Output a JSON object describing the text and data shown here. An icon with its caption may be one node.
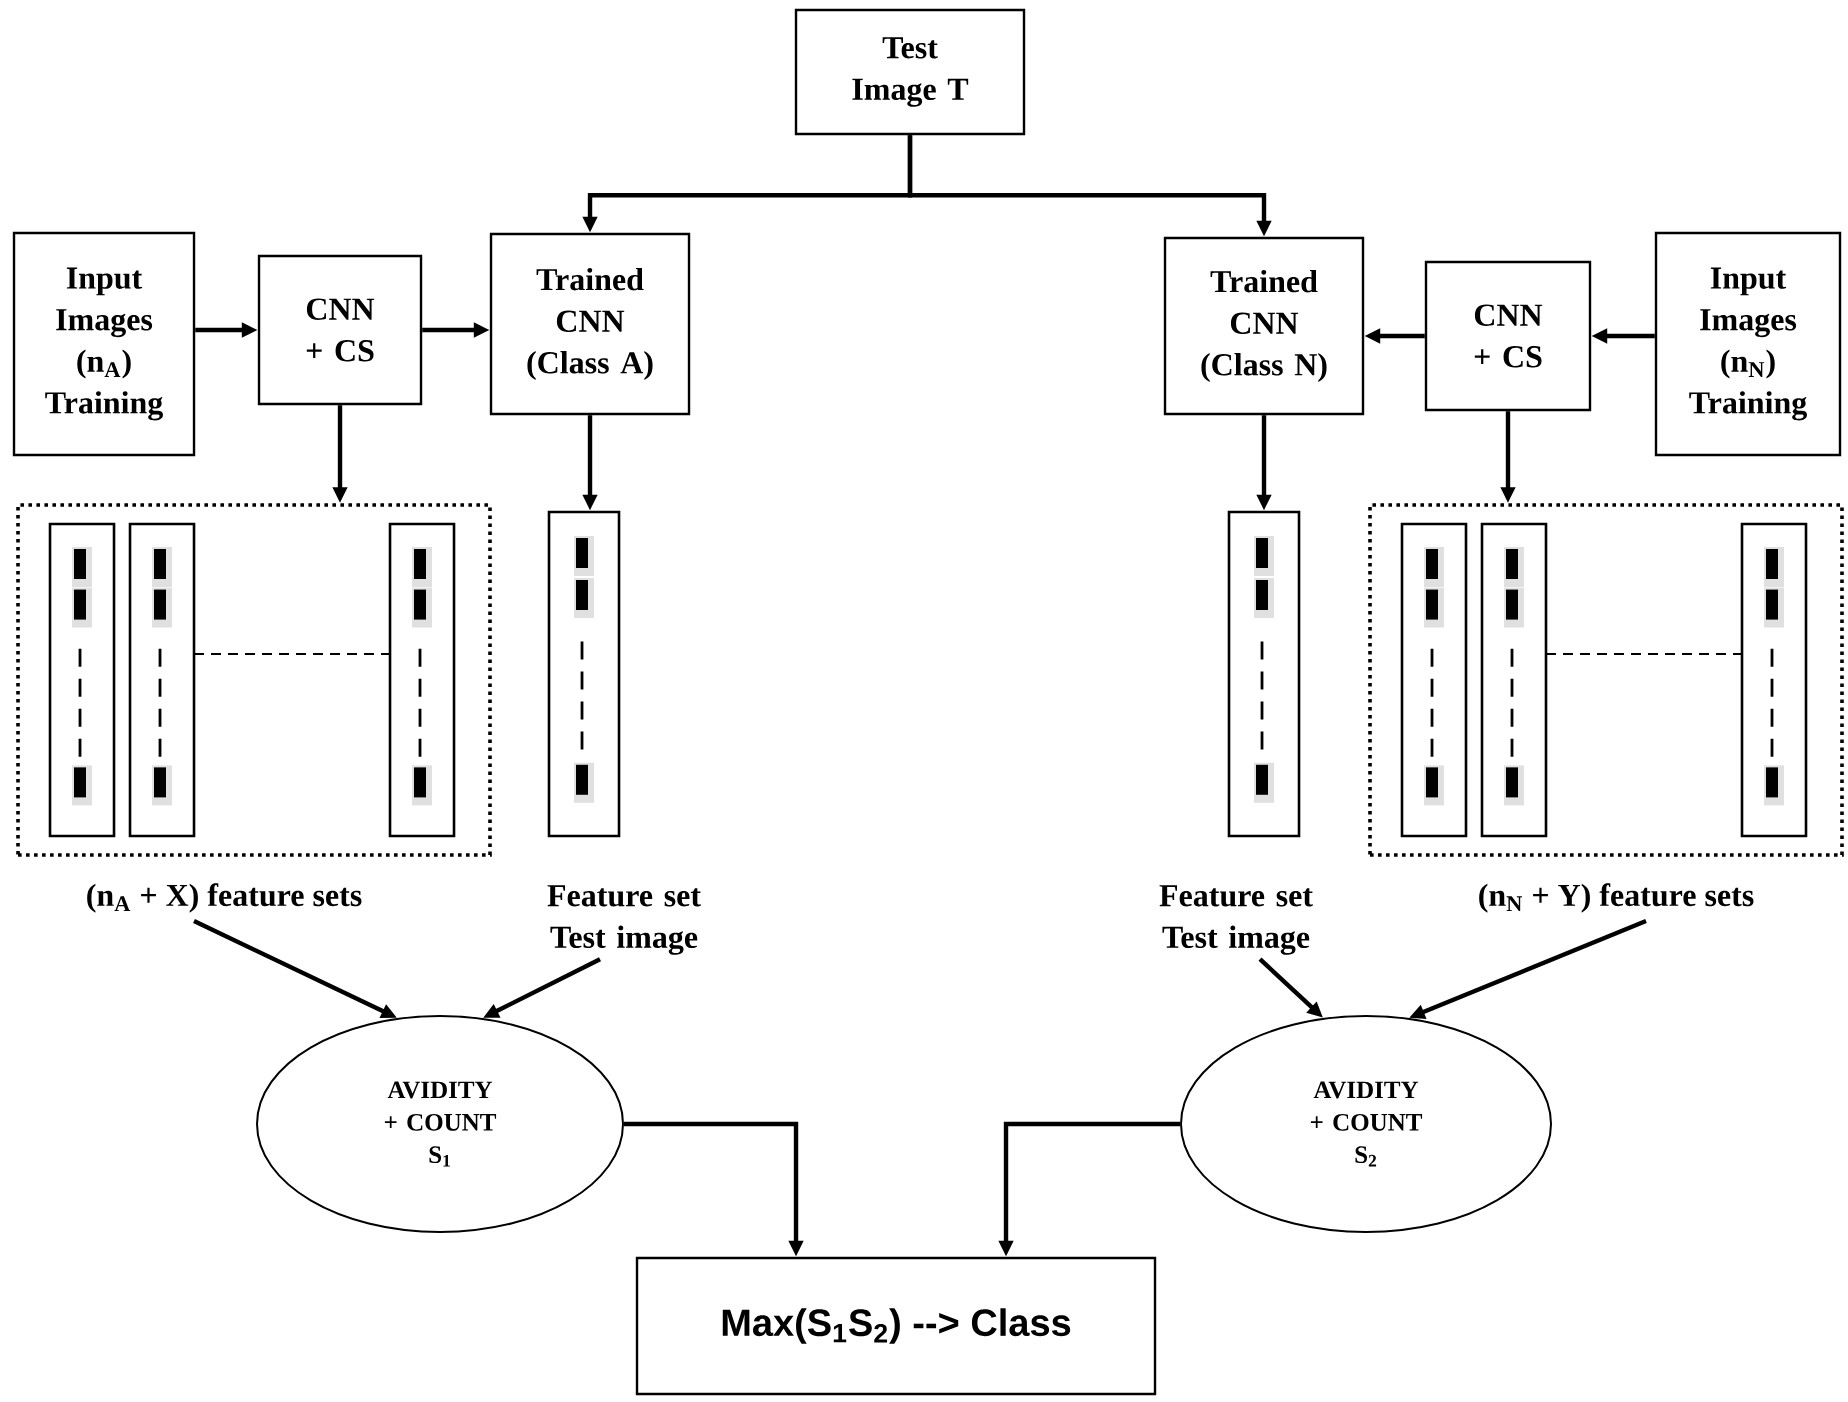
{
  "diagram": {
    "nodes": [
      {
        "text": [
          "Test Image T"
        ]
      },
      {
        "text": [
          "Input Images (n$_{A}$) Training"
        ]
      },
      {
        "text": [
          "CNN + CS"
        ]
      },
      {
        "text": [
          "Trained CNN (Class A)"
        ]
      },
      {
        "text": [
          "Trained CNN (Class N)"
        ]
      },
      {
        "text": [
          "CNN + CS"
        ]
      },
      {
        "text": [
          "Input Images (n$_{N}$) Training"
        ]
      },
      {
        "text": [],
        "shape": "box"
      },
      {
        "text": [],
        "shape": "bar"
      },
      {
        "text": [],
        "shape": "bar"
      },
      {
        "text": [],
        "shape": "box"
      },
      {
        "text": [
          "(n$_{A}$ + X) feature sets"
        ]
      },
      {
        "text": [
          "Feature set Test image"
        ]
      },
      {
        "text": [
          "Feature set Test image"
        ]
      },
      {
        "text": [
          "(n$_{N}$ + Y) feature sets"
        ]
      },
      {
        "text": [
          "AVIDITY + COUNT S$_{1}$"
        ]
      },
      {
        "text": [
          "AVIDITY + COUNT S$_{2}$"
        ]
      },
      {
        "text": [
          "Max(S$_{1}$S$_{2}$) --> Class"
        ]
      }
    ],
    "edges": [
      {
        "from": 0,
        "to": 3,
        "arrow": "to"
      },
      {
        "from": 0,
        "to": 4,
        "arrow": "to"
      },
      {
        "from": 1,
        "to": 2,
        "arrow": "to"
      },
      {
        "from": 2,
        "to": 3,
        "arrow": "to"
      },
      {
        "from": 2,
        "to": 7,
        "arrow": "to"
      },
      {
        "from": 3,
        "to": 8,
        "arrow": "to"
      },
      {
        "from": 6,
        "to": 5,
        "arrow": "to"
      },
      {
        "from": 5,
        "to": 4,
        "arrow": "to"
      },
      {
        "from": 5,
        "to": 10,
        "arrow": "to"
      },
      {
        "from": 4,
        "to": 9,
        "arrow": "to"
      },
      {
        "from": 11,
        "to": 15,
        "arrow": "to"
      },
      {
        "from": 12,
        "to": 15,
        "arrow": "to"
      },
      {
        "from": 13,
        "to": 16,
        "arrow": "to"
      },
      {
        "from": 14,
        "to": 16,
        "arrow": "to"
      },
      {
        "from": 15,
        "to": 17,
        "arrow": "to"
      },
      {
        "from": 16,
        "to": 17,
        "arrow": "to"
      }
    ]
  }
}
